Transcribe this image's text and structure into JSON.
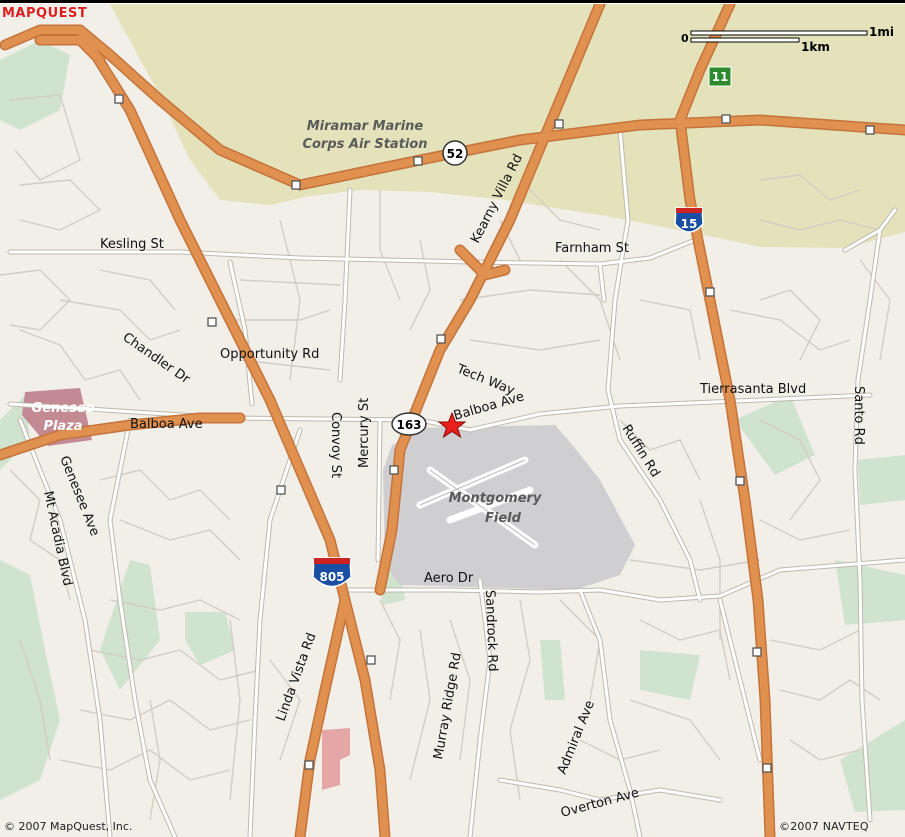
{
  "brand": {
    "logo_text": "MAPQUEST",
    "copyright_left": "© 2007 MapQuest, Inc.",
    "copyright_right": "©2007 NAVTEQ"
  },
  "scale_bar": {
    "zero_label": "0",
    "mile_label": "1mi",
    "km_label": "1km"
  },
  "areas": {
    "miramar_line1": "Miramar Marine",
    "miramar_line2": "Corps Air Station",
    "genesee_line1": "Genesee",
    "genesee_line2": "Plaza",
    "montgomery_line1": "Montgomery",
    "montgomery_line2": "Field"
  },
  "shields": {
    "sr52": "52",
    "sr163": "163",
    "i15": "15",
    "i805": "805",
    "exit11": "11"
  },
  "streets": {
    "kesling": "Kesling St",
    "farnham": "Farnham St",
    "kearny_villa": "Kearny Villa Rd",
    "chandler": "Chandler Dr",
    "opportunity": "Opportunity Rd",
    "tech_way": "Tech Way",
    "tierrasanta": "Tierrasanta Blvd",
    "santo": "Santo Rd",
    "balboa_west": "Balboa Ave",
    "balboa_east": "Balboa Ave",
    "convoy": "Convoy St",
    "mercury": "Mercury St",
    "ruffin": "Ruffin Rd",
    "genesee_ave": "Genesee Ave",
    "mt_acadia": "Mt Acadia Blvd",
    "aero": "Aero Dr",
    "sandrock": "Sandrock Rd",
    "murray_ridge": "Murray Ridge Rd",
    "linda_vista": "Linda Vista Rd",
    "admiral": "Admiral Ave",
    "overton": "Overton Ave"
  },
  "colors": {
    "background": "#f2efe9",
    "military": "#e4e2bb",
    "park": "#cfe3cf",
    "airport": "#cfcfd2",
    "highway": "#e0914f",
    "street": "#cfc9c0",
    "marker": "#e8211c",
    "genesee_plaza": "#c48a94"
  }
}
